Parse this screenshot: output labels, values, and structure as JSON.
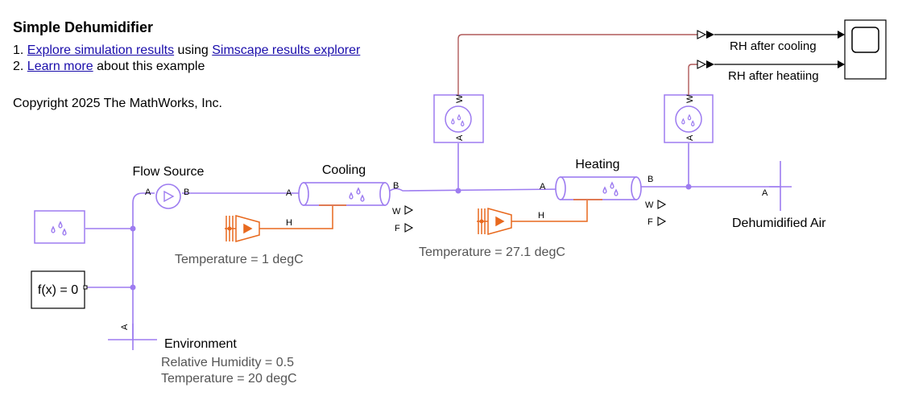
{
  "title": "Simple Dehumidifier",
  "links": {
    "item1_prefix": "1. ",
    "item1_link1": "Explore simulation results",
    "item1_mid": " using ",
    "item1_link2": "Simscape results explorer",
    "item2_prefix": "2. ",
    "item2_link": "Learn more",
    "item2_suffix": " about this example"
  },
  "copyright": "Copyright 2025 The MathWorks, Inc.",
  "blocks": {
    "flow_source": {
      "label": "Flow Source",
      "port_a": "A",
      "port_b": "B"
    },
    "cooling": {
      "label": "Cooling",
      "port_a": "A",
      "port_b": "B",
      "port_h": "H",
      "port_w": "W",
      "port_f": "F"
    },
    "heating": {
      "label": "Heating",
      "port_a": "A",
      "port_b": "B",
      "port_h": "H",
      "port_w": "W",
      "port_f": "F"
    },
    "cooling_temp": "Temperature = 1 degC",
    "heating_temp": "Temperature = 27.1 degC",
    "func": "f(x) = 0",
    "environment": {
      "label": "Environment",
      "port": "A",
      "rh": "Relative Humidity = 0.5",
      "temp": "Temperature = 20 degC"
    },
    "dehumidified": {
      "label": "Dehumidified Air",
      "port": "A"
    },
    "sensor1": {
      "port_w": "W",
      "port_a": "A"
    },
    "sensor2": {
      "port_w": "W",
      "port_a": "A"
    },
    "signal1": "RH after cooling",
    "signal2": "RH after heatiing"
  },
  "colors": {
    "moist": "#9d7cf0",
    "thermal": "#e8691e",
    "signal": "#b05a5a",
    "link": "#1a0dab"
  }
}
